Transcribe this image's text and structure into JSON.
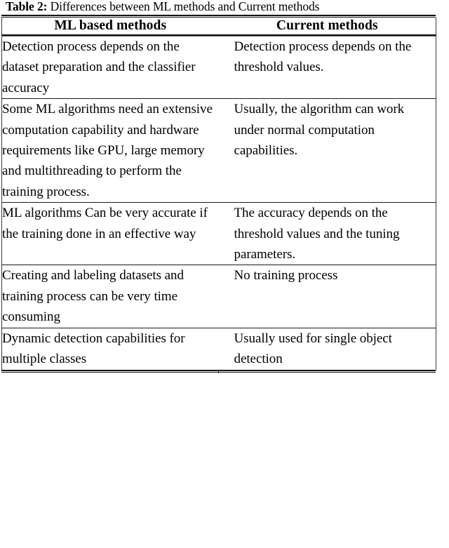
{
  "caption": {
    "label": "Table 2:",
    "text": " Differences between ML methods and Current methods"
  },
  "table": {
    "columns": [
      "ML based methods",
      "Current methods"
    ],
    "rows": [
      {
        "ml": "Detection process depends on the dataset preparation and the classifier accuracy",
        "current": "Detection process depends on the threshold values."
      },
      {
        "ml": "Some ML algorithms need an extensive computation capability and hardware requirements like GPU, large memory and multithreading to perform the training process.",
        "current": "Usually, the algorithm can work under normal computation capabilities."
      },
      {
        "ml": "ML algorithms Can be very accurate if the training done in an effective way",
        "current": "The accuracy depends on the threshold values and the tuning parameters."
      },
      {
        "ml": "Creating and labeling datasets and training process can be very time consuming",
        "current": "No training process"
      },
      {
        "ml": "Dynamic detection capabilities for multiple classes",
        "current": "Usually used for single object detection"
      }
    ]
  },
  "style": {
    "text_color": "#000000",
    "rule_color": "#101010",
    "background": "#ffffff"
  }
}
